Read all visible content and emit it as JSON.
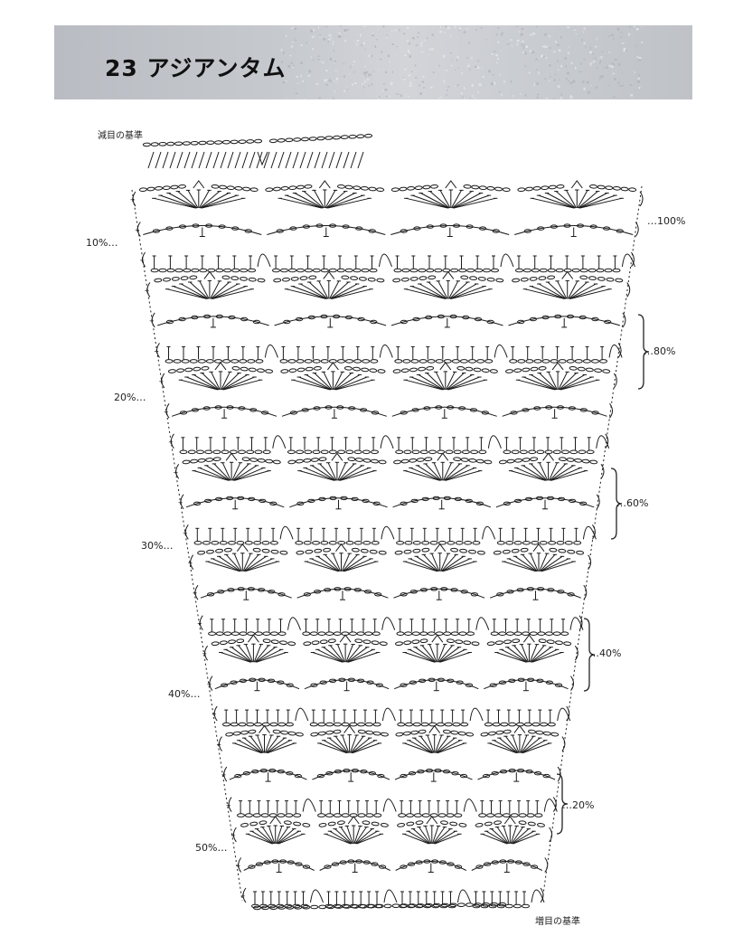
{
  "header": {
    "title": "23 アジアンタム"
  },
  "diagram": {
    "decrease_reference_label": "減目の基準",
    "increase_reference_label": "増目の基準",
    "row_count": 24,
    "left_markers": [
      "10%…",
      "20%…",
      "30%…",
      "40%…",
      "50%…"
    ],
    "right_markers": [
      "…100%",
      "…80%",
      "…60%",
      "…40%",
      "…20%"
    ]
  }
}
